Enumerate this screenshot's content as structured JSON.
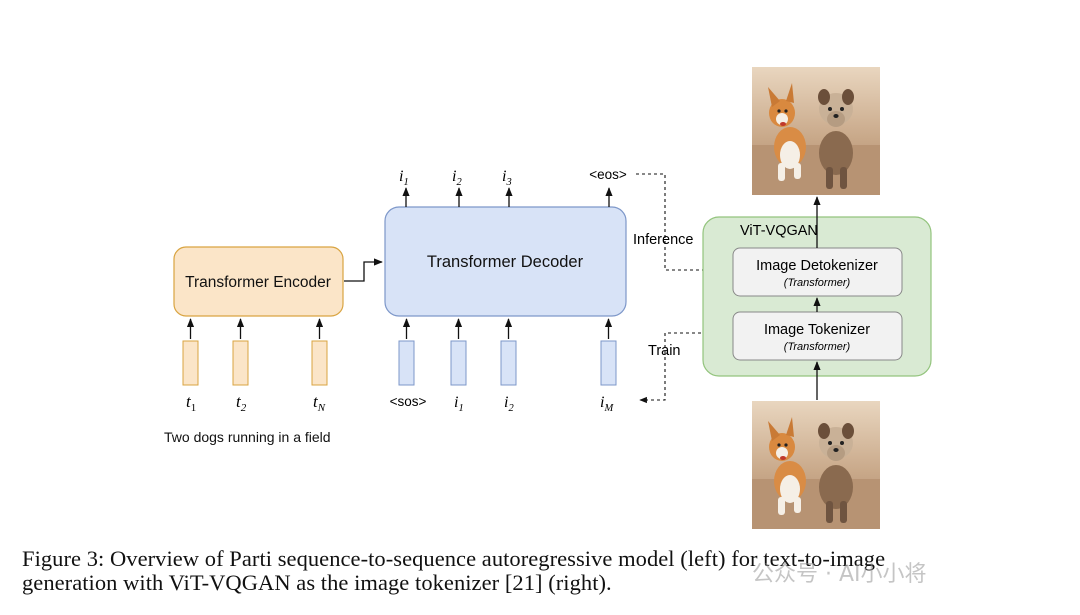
{
  "diagram": {
    "encoder_label": "Transformer Encoder",
    "decoder_label": "Transformer Decoder",
    "vqgan_label": "ViT-VQGAN",
    "detokenizer_label": "Image Detokenizer",
    "detokenizer_sub": "(Transformer)",
    "tokenizer_label": "Image Tokenizer",
    "tokenizer_sub": "(Transformer)",
    "inference_label": "Inference",
    "train_label": "Train",
    "text_prompt": "Two dogs running in a field",
    "encoder_inputs": [
      {
        "base": "t",
        "sub": "1"
      },
      {
        "base": "t",
        "sub": "2"
      },
      {
        "base": "t",
        "sub": "N"
      }
    ],
    "decoder_outputs": [
      {
        "base": "i",
        "sub": "1"
      },
      {
        "base": "i",
        "sub": "2"
      },
      {
        "base": "i",
        "sub": "3"
      }
    ],
    "eos_label": "<eos>",
    "sos_label": "<sos>",
    "decoder_inputs": [
      {
        "base": "i",
        "sub": "1"
      },
      {
        "base": "i",
        "sub": "2"
      },
      {
        "base": "i",
        "sub": "M"
      }
    ],
    "colors": {
      "encoder_fill": "#fbe5c8",
      "encoder_stroke": "#d9a441",
      "decoder_fill": "#d8e3f7",
      "decoder_stroke": "#7d97c9",
      "vqgan_fill": "#d9ead3",
      "vqgan_stroke": "#93c47d",
      "inner_fill": "#f2f2f2",
      "inner_stroke": "#888888"
    }
  },
  "caption": {
    "line1": "Figure 3:  Overview of Parti sequence-to-sequence autoregressive model (left) for text-to-image",
    "line2": "generation with ViT-VQGAN as the image tokenizer [21] (right)."
  },
  "watermark": "公众号 · AI小小将"
}
